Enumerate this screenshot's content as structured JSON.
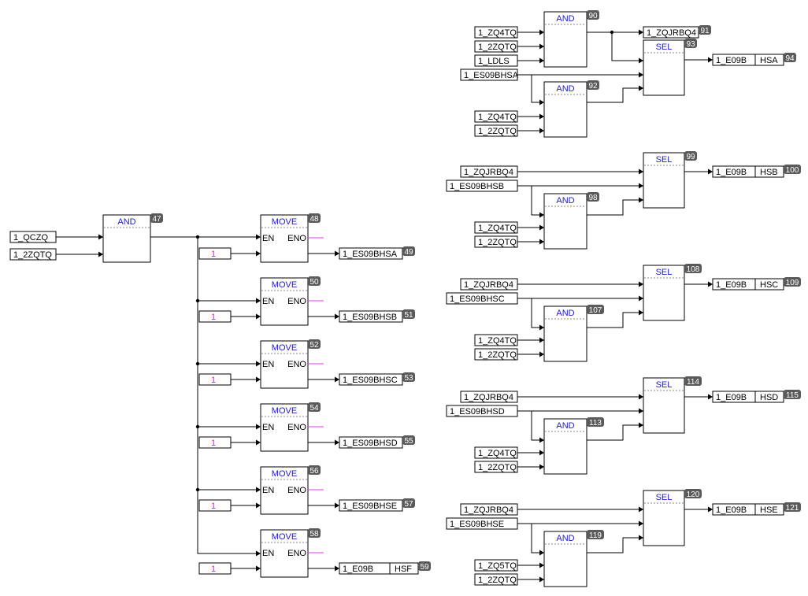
{
  "left": {
    "inputs": [
      "1_QCZQ",
      "1_2ZQTQ"
    ],
    "and_block": {
      "title": "AND",
      "id": "47"
    },
    "en_label": "EN",
    "eno_label": "ENO",
    "moves": [
      {
        "id": "48",
        "title": "MOVE",
        "const": "1",
        "out": "1_ES09BHSA",
        "out_id": "49"
      },
      {
        "id": "50",
        "title": "MOVE",
        "const": "1",
        "out": "1_ES09BHSB",
        "out_id": "51"
      },
      {
        "id": "52",
        "title": "MOVE",
        "const": "1",
        "out": "1_ES09BHSC",
        "out_id": "53"
      },
      {
        "id": "54",
        "title": "MOVE",
        "const": "1",
        "out": "1_ES09BHSD",
        "out_id": "55"
      },
      {
        "id": "56",
        "title": "MOVE",
        "const": "1",
        "out": "1_ES09BHSE",
        "out_id": "57"
      },
      {
        "id": "58",
        "title": "MOVE",
        "const": "1",
        "out": "1_E09B",
        "out_suffix": "HSF",
        "out_id": "59"
      }
    ]
  },
  "right": {
    "first": {
      "and_top": {
        "title": "AND",
        "id": "90",
        "inputs": [
          "1_ZQ4TQ",
          "1_2ZQTQ",
          "1_LDLS"
        ]
      },
      "tag_out": {
        "label": "1_ZQJRBQ4",
        "id": "91"
      },
      "sel": {
        "title": "SEL",
        "id": "93"
      },
      "sel_in": "1_ES09BHSA",
      "and_bottom": {
        "title": "AND",
        "id": "92",
        "inputs": [
          "1_ZQ4TQ",
          "1_2ZQTQ"
        ]
      },
      "out": {
        "label": "1_E09B",
        "suffix": "HSA",
        "id": "94"
      }
    },
    "groups": [
      {
        "top": "1_ZQJRBQ4",
        "sel_in": "1_ES09BHSB",
        "sel": {
          "title": "SEL",
          "id": "99"
        },
        "and": {
          "title": "AND",
          "id": "98",
          "inputs": [
            "1_ZQ4TQ",
            "1_2ZQTQ"
          ]
        },
        "out": {
          "label": "1_E09B",
          "suffix": "HSB",
          "id": "100"
        }
      },
      {
        "top": "1_ZQJRBQ4",
        "sel_in": "1_ES09BHSC",
        "sel": {
          "title": "SEL",
          "id": "108"
        },
        "and": {
          "title": "AND",
          "id": "107",
          "inputs": [
            "1_ZQ4TQ",
            "1_2ZQTQ"
          ]
        },
        "out": {
          "label": "1_E09B",
          "suffix": "HSC",
          "id": "109"
        }
      },
      {
        "top": "1_ZQJRBQ4",
        "sel_in": "1_ES09BHSD",
        "sel": {
          "title": "SEL",
          "id": "114"
        },
        "and": {
          "title": "AND",
          "id": "113",
          "inputs": [
            "1_ZQ4TQ",
            "1_2ZQTQ"
          ]
        },
        "out": {
          "label": "1_E09B",
          "suffix": "HSD",
          "id": "115"
        }
      },
      {
        "top": "1_ZQJRBQ4",
        "sel_in": "1_ES09BHSE",
        "sel": {
          "title": "SEL",
          "id": "120"
        },
        "and": {
          "title": "AND",
          "id": "119",
          "inputs": [
            "1_ZQ5TQ",
            "1_2ZQTQ"
          ]
        },
        "out": {
          "label": "1_E09B",
          "suffix": "HSE",
          "id": "121"
        }
      }
    ]
  },
  "colors": {
    "block_title": "#2020c0",
    "constant": "#d020d0",
    "eno_wire": "#e040e0",
    "badge": "#5a5a5a"
  }
}
